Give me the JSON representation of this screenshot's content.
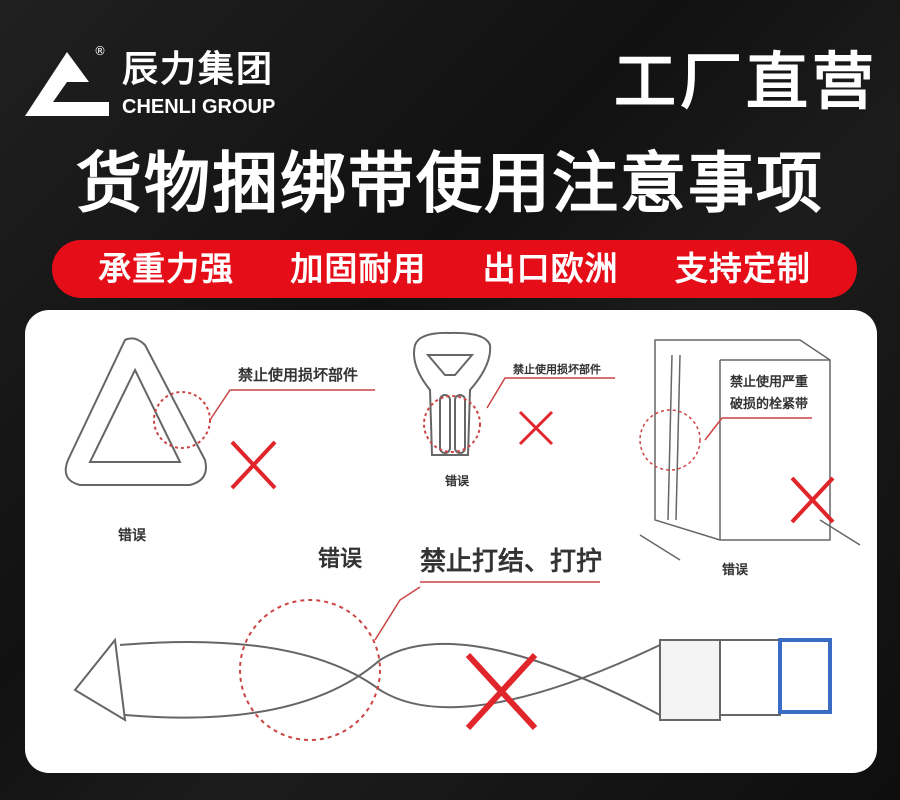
{
  "brand": {
    "name_cn": "辰力集团",
    "name_en": "CHENLI GROUP",
    "registered_mark": "®"
  },
  "badge": "工厂直营",
  "title": "货物捆绑带使用注意事项",
  "features": [
    "承重力强",
    "加固耐用",
    "出口欧洲",
    "支持定制"
  ],
  "illustrations": {
    "triangle_ring": {
      "note": "禁止使用损坏部件",
      "verdict": "错误"
    },
    "double_ring": {
      "note": "禁止使用损坏部件",
      "verdict": "错误"
    },
    "box": {
      "note_line1": "禁止使用严重",
      "note_line2": "破损的栓紧带",
      "verdict": "错误"
    },
    "strap": {
      "verdict": "错误",
      "note": "禁止打结、打拧"
    }
  },
  "colors": {
    "accent": "#e50d18",
    "background": "#161616",
    "panel": "#ffffff",
    "mark": "#e0262b"
  }
}
